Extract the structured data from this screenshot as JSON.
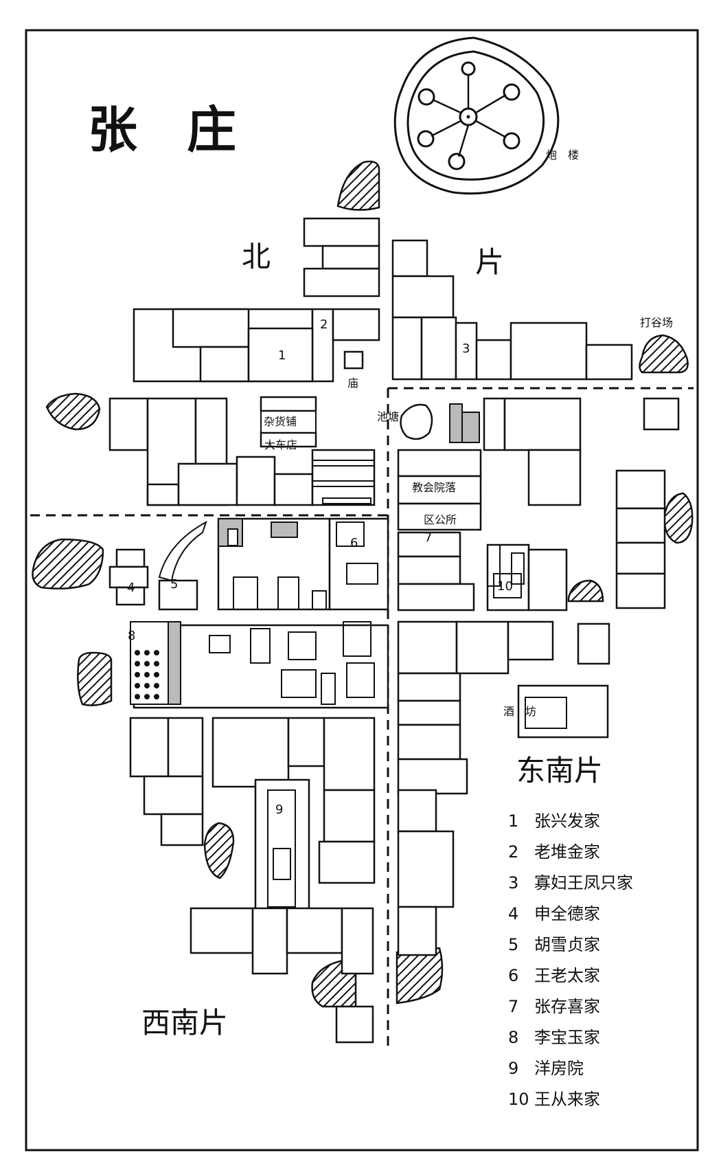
{
  "title": "张　庄",
  "districts": {
    "north_left": "北",
    "north_right": "片",
    "southeast": "东南片",
    "southwest": "西南片"
  },
  "places": {
    "tower": "炮　楼",
    "threshing": "打谷场",
    "temple": "庙",
    "pond": "池塘",
    "grocery": "杂货铺",
    "inn": "大车店",
    "church": "教会院落",
    "office": "区公所",
    "winery": "酒　坊"
  },
  "house_numbers": [
    "1",
    "2",
    "3",
    "4",
    "5",
    "6",
    "7",
    "8",
    "9",
    "10"
  ],
  "legend": [
    {
      "n": "1",
      "label": "张兴发家"
    },
    {
      "n": "2",
      "label": "老堆金家"
    },
    {
      "n": "3",
      "label": "寡妇王凤只家"
    },
    {
      "n": "4",
      "label": "申全德家"
    },
    {
      "n": "5",
      "label": "胡雪贞家"
    },
    {
      "n": "6",
      "label": "王老太家"
    },
    {
      "n": "7",
      "label": "张存喜家"
    },
    {
      "n": "8",
      "label": "李宝玉家"
    },
    {
      "n": "9",
      "label": "洋房院"
    },
    {
      "n": "10",
      "label": "王从来家"
    }
  ],
  "colors": {
    "ink": "#111111",
    "paper": "#ffffff",
    "gray_fill": "#bbbbbb"
  },
  "icons": {
    "hatched": "hatched-area-icon",
    "tower": "watchtower-icon"
  }
}
